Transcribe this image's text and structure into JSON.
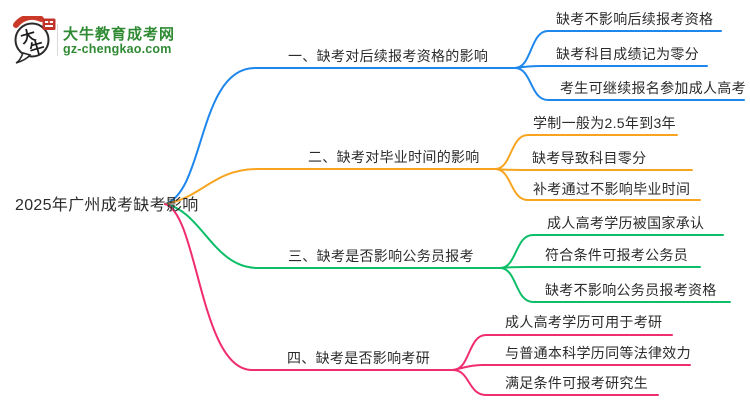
{
  "page": {
    "background": "#FFFFFF",
    "text_color": "#2B2B2B"
  },
  "logo": {
    "title": "大牛教育成考网",
    "url": "gz-chengkao.com",
    "icon_chars": [
      "大",
      "牛"
    ],
    "brand_color": "#2F8A33",
    "seal_color": "#C2332A",
    "arc_color": "#CB3A28",
    "bubble_outline": "#2A2A2A"
  },
  "central": {
    "label": "2025年广州成考缺考影响"
  },
  "branches": [
    {
      "label": "一、缺考对后续报考资格的影响",
      "color": "#1E87EC",
      "leaves": [
        "缺考不影响后续报考资格",
        "缺考科目成绩记为零分",
        "考生可继续报名参加成人高考"
      ]
    },
    {
      "label": "二、缺考对毕业时间的影响",
      "color": "#F7A521",
      "leaves": [
        "学制一般为2.5年到3年",
        "缺考导致科目零分",
        "补考通过不影响毕业时间"
      ]
    },
    {
      "label": "三、缺考是否影响公务员报考",
      "color": "#0DBE69",
      "leaves": [
        "成人高考学历被国家承认",
        "符合条件可报考公务员",
        "缺考不影响公务员报考资格"
      ]
    },
    {
      "label": "四、缺考是否影响考研",
      "color": "#F02D6E",
      "leaves": [
        "成人高考学历可用于考研",
        "与普通本科学历同等法律效力",
        "满足条件可报考研究生"
      ]
    }
  ]
}
